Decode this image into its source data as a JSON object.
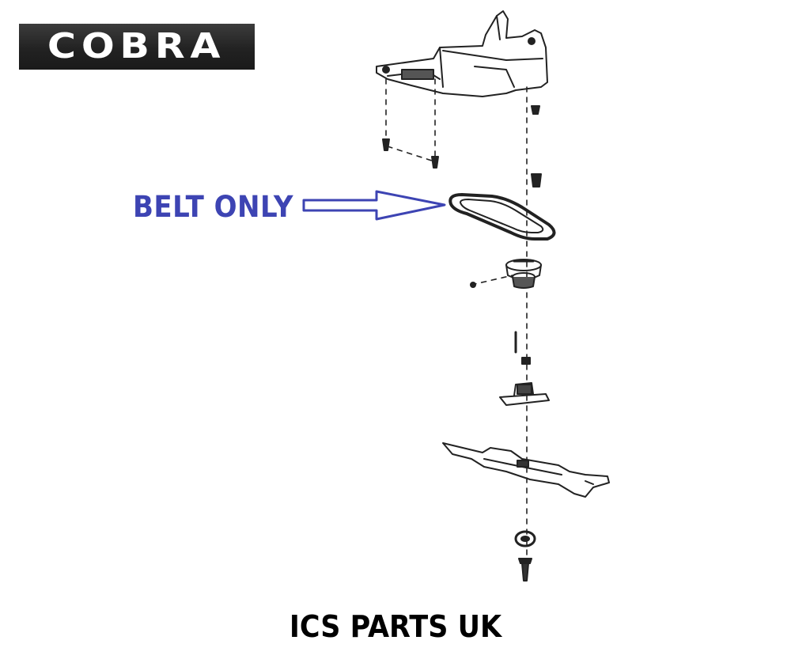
{
  "brand": {
    "logo_text": "COBRA"
  },
  "callout": {
    "label": "BELT ONLY",
    "color": "#3d44b3"
  },
  "footer": {
    "text": "ICS PARTS UK"
  },
  "parts": [
    "housing-bracket-icon",
    "screw-icon",
    "drive-belt-icon",
    "pulley-icon",
    "blade-holder-icon",
    "cutting-blade-icon",
    "washer-icon",
    "bolt-icon"
  ]
}
